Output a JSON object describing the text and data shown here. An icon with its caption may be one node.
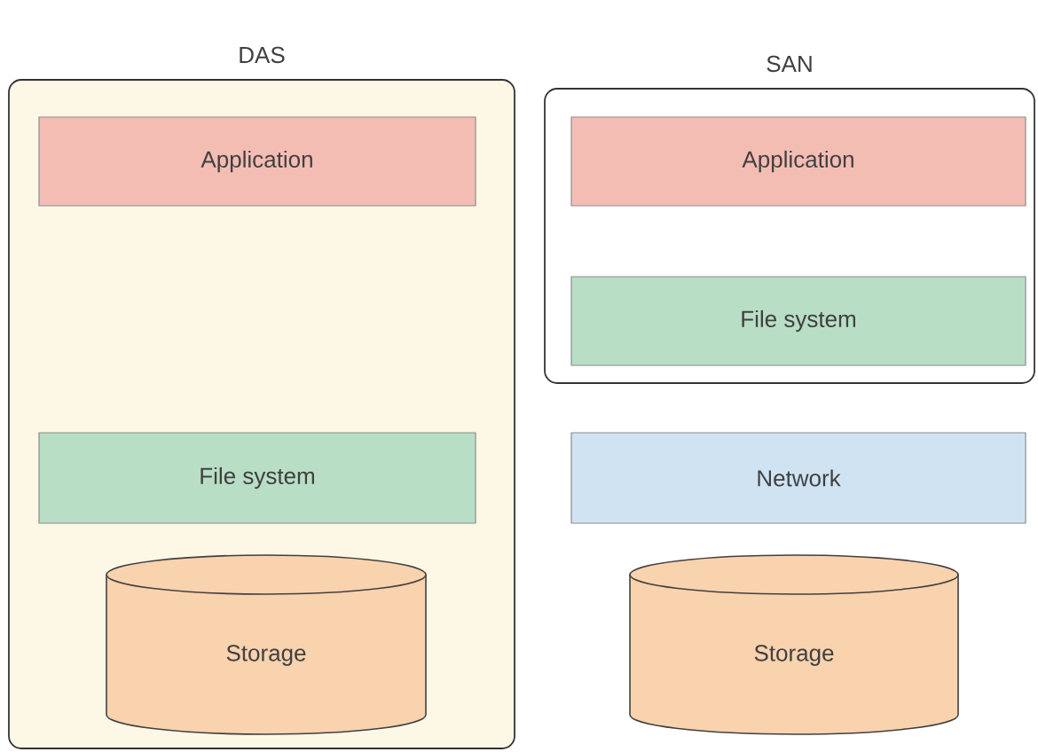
{
  "diagram": {
    "nodes": [
      {
        "text": [
          "DAS"
        ]
      },
      {
        "text": [
          "Application"
        ],
        "in": 0
      },
      {
        "text": [
          "File system"
        ],
        "in": 0
      },
      {
        "text": [
          "Storage"
        ],
        "in": 0
      },
      {
        "text": [
          "SAN"
        ]
      },
      {
        "text": [
          "Application"
        ],
        "in": 4
      },
      {
        "text": [
          "File system"
        ],
        "in": 4
      },
      {
        "text": [
          "Network"
        ]
      },
      {
        "text": [
          "Storage"
        ]
      }
    ],
    "edges": []
  }
}
